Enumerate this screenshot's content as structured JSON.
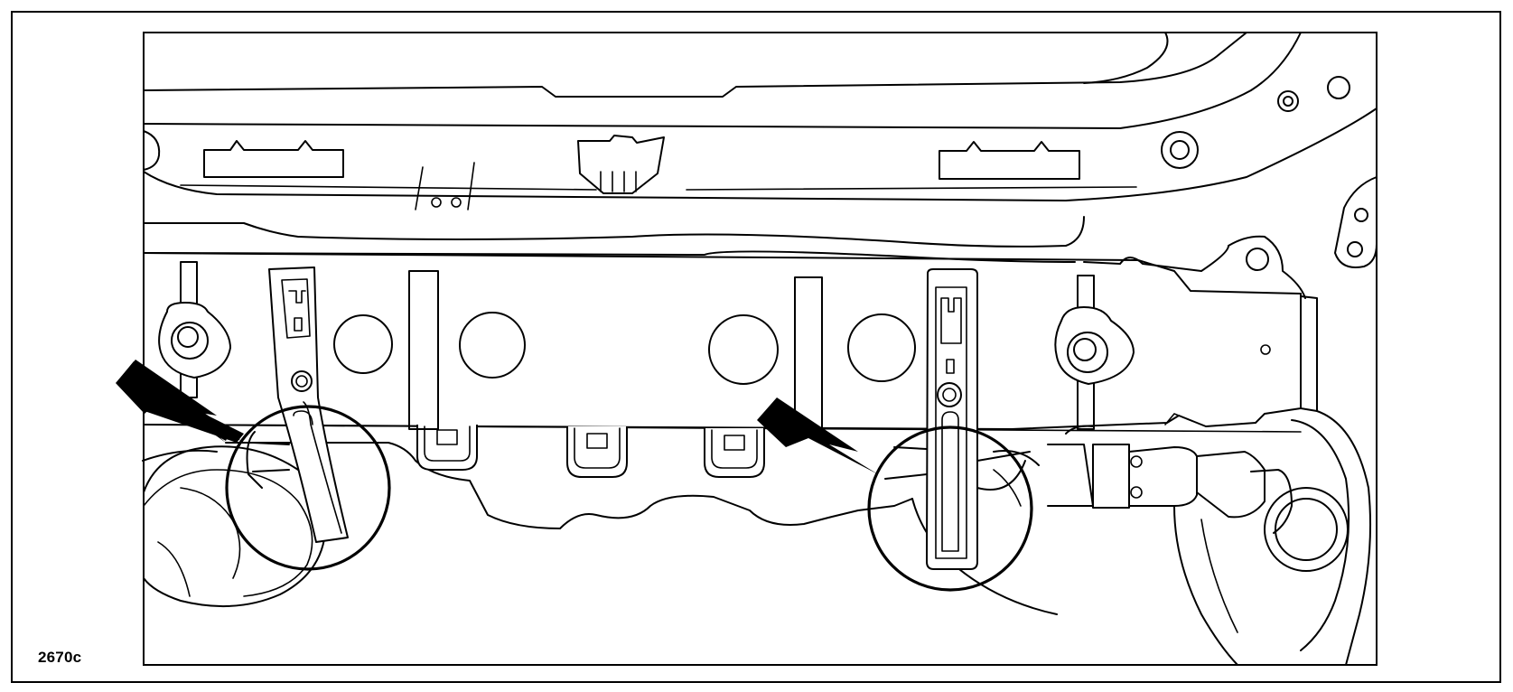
{
  "figure": {
    "reference": "2670c"
  },
  "callouts": {
    "arrow_count": 2,
    "circle_count": 2
  },
  "colors": {
    "line": "#000000",
    "background": "#ffffff"
  }
}
